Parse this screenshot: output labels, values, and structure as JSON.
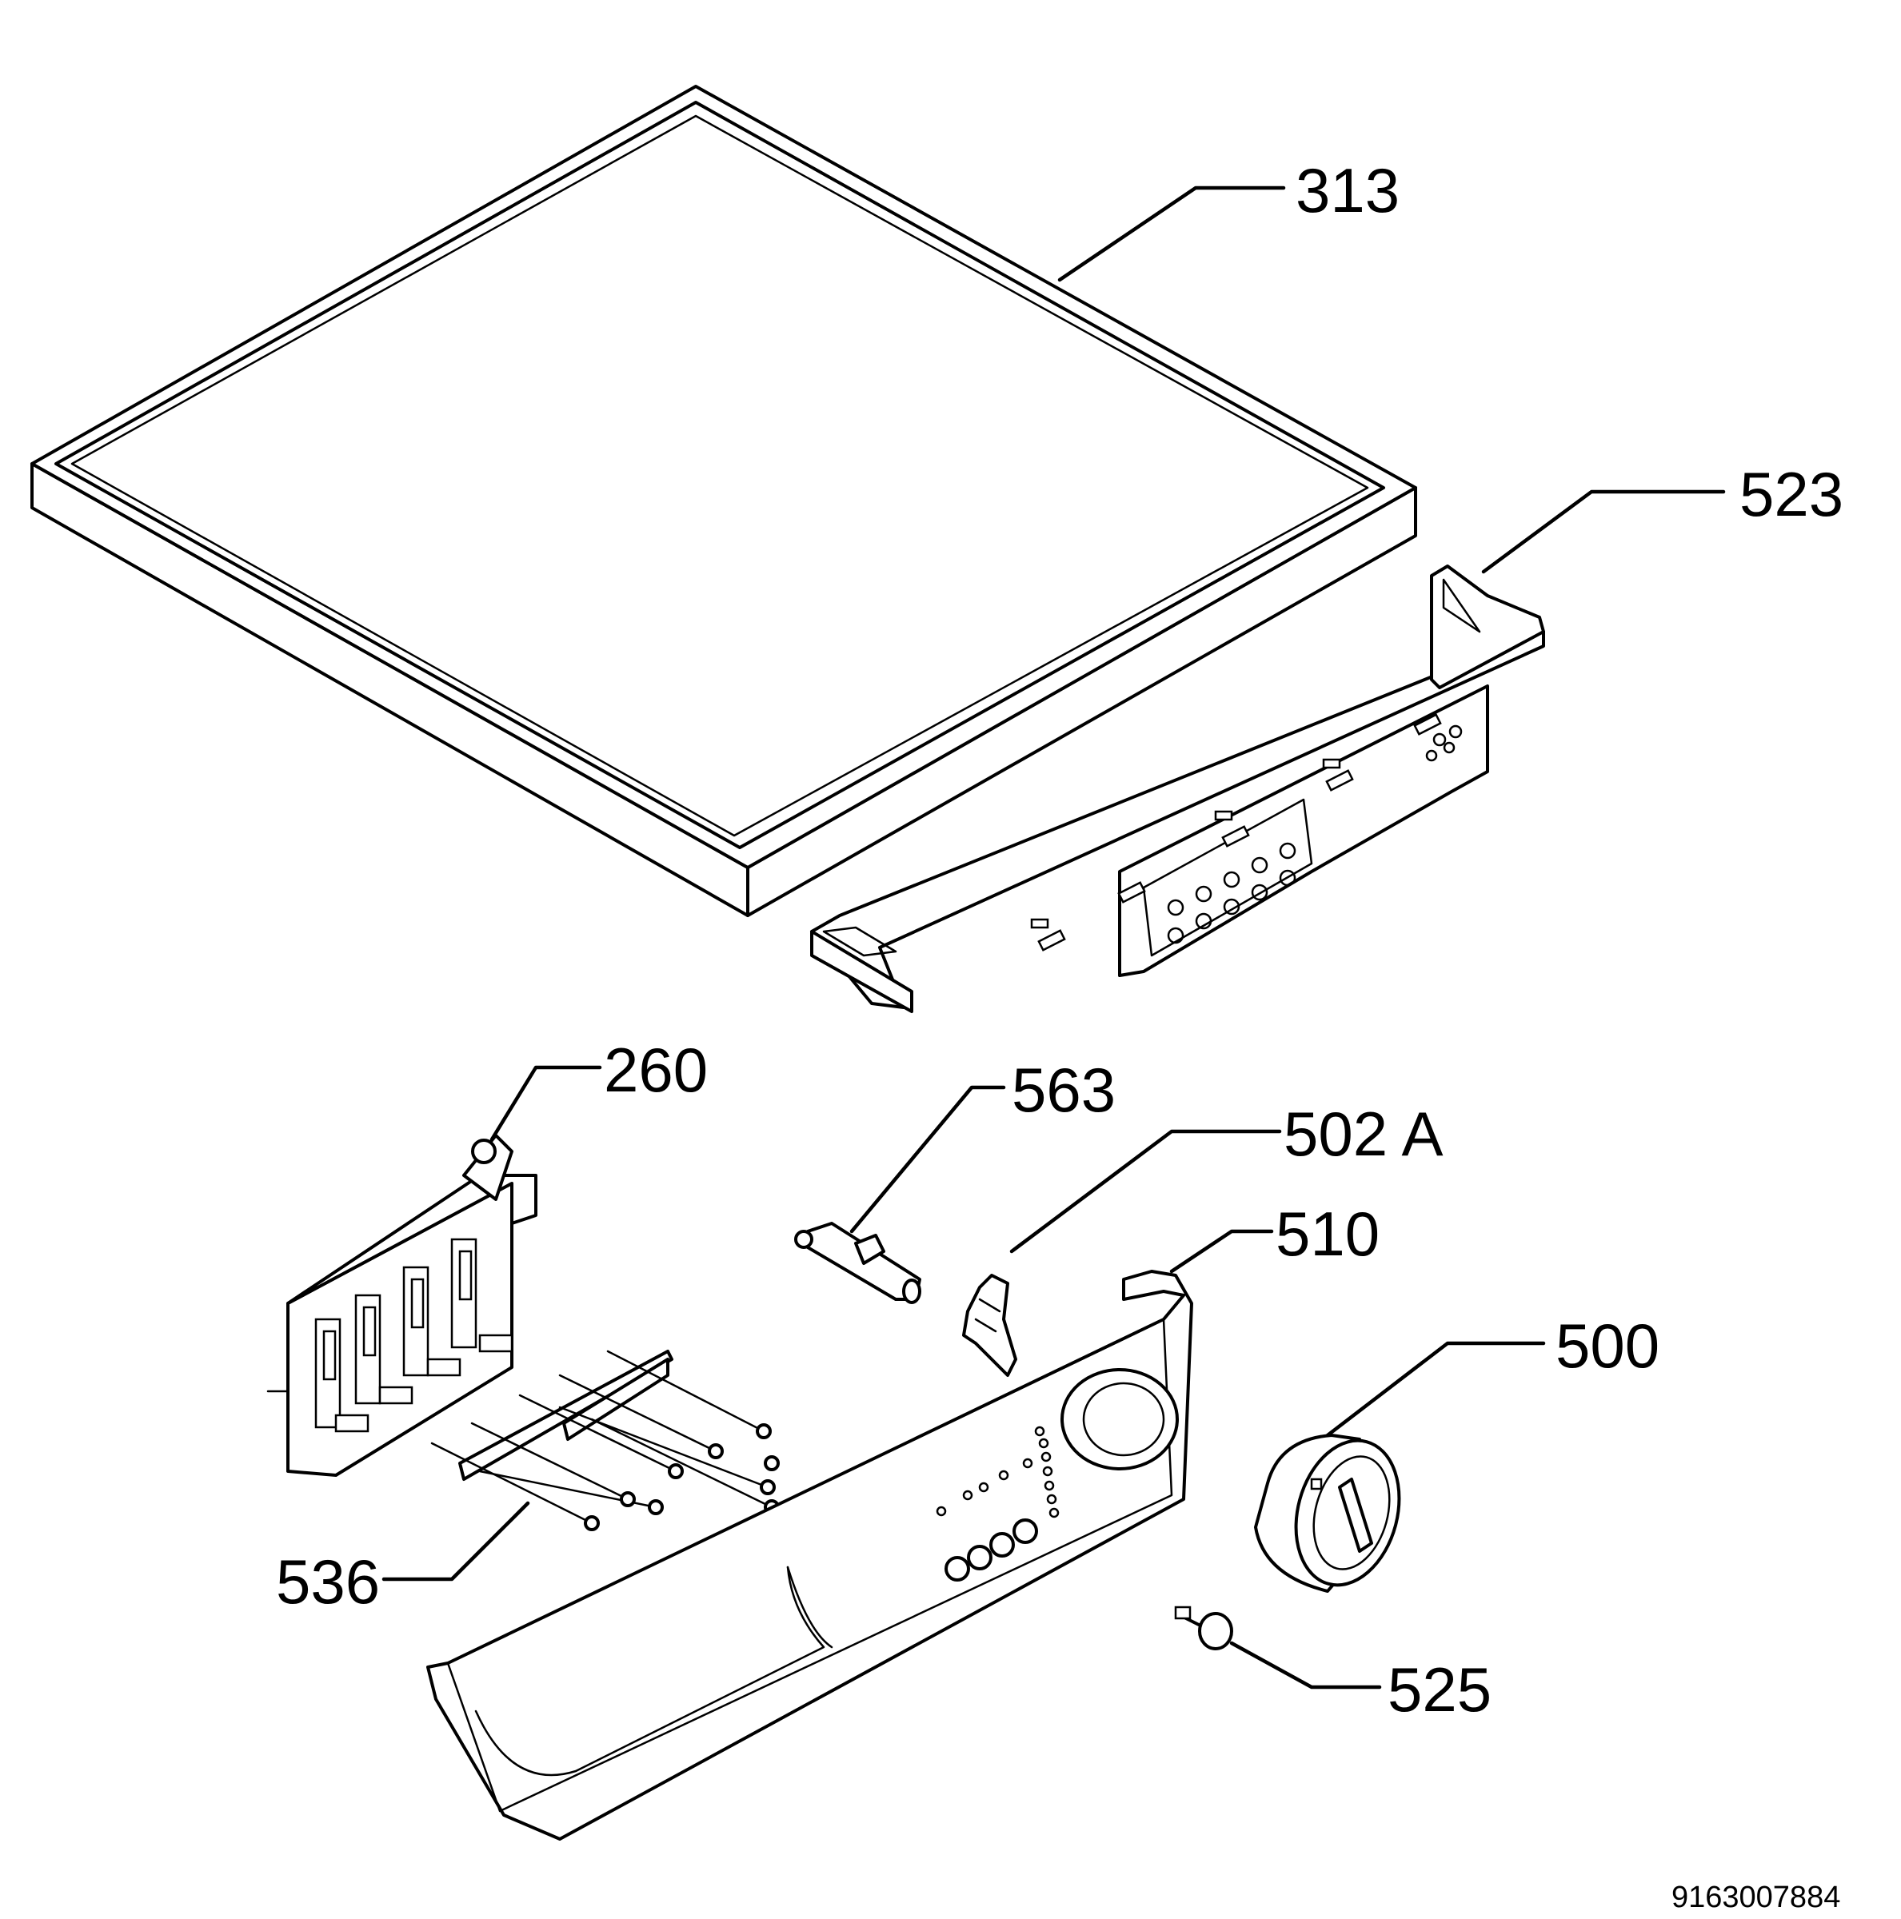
{
  "callouts": {
    "p313": "313",
    "p523": "523",
    "p260": "260",
    "p563": "563",
    "p502a": "502 A",
    "p510": "510",
    "p500": "500",
    "p536": "536",
    "p525": "525"
  },
  "document_number": "9163007884"
}
